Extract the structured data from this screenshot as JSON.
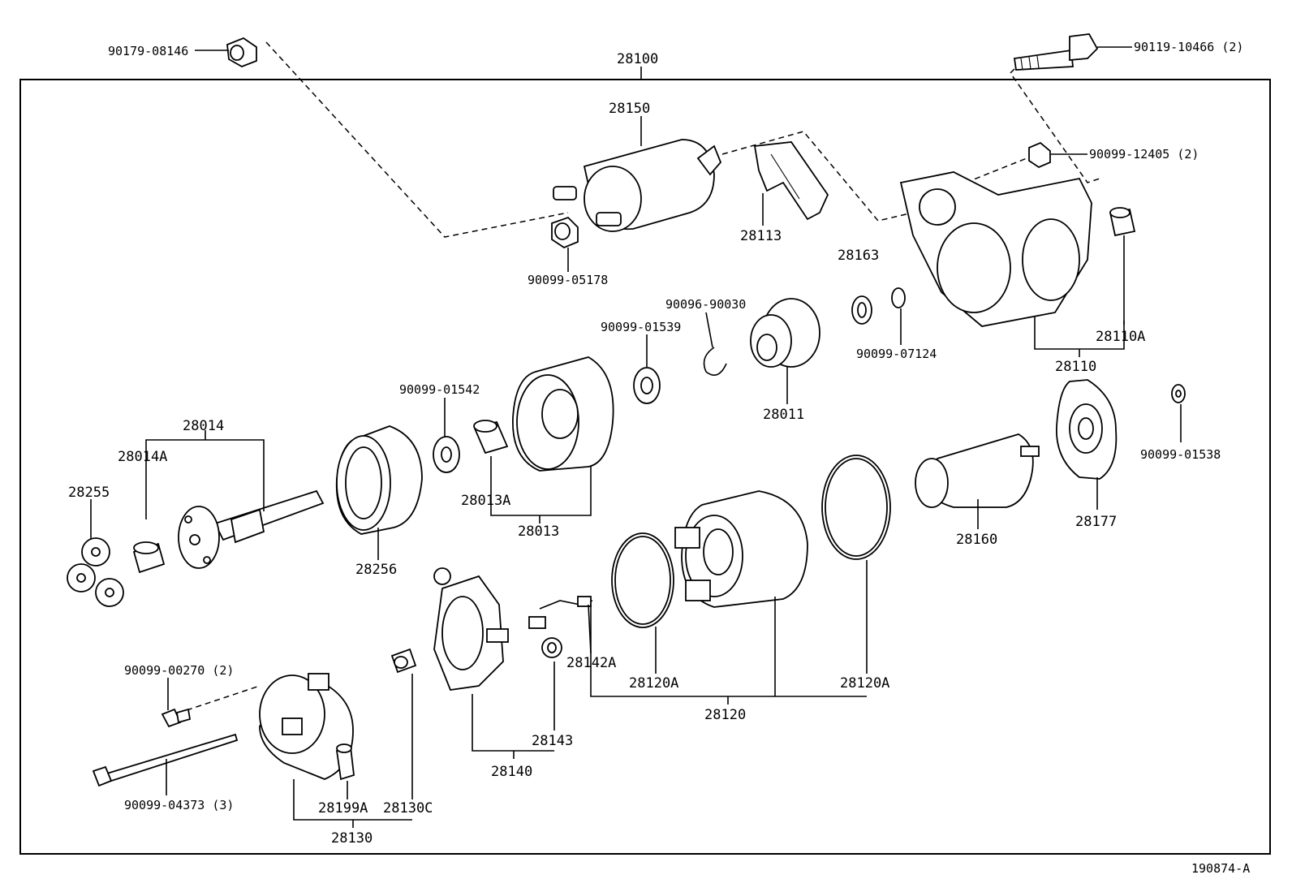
{
  "diagram": {
    "figure_id": "190874-A",
    "labels": {
      "p90179_08146": "90179-08146",
      "p28100": "28100",
      "p90119_10466": "90119-10466 (2)",
      "p28150": "28150",
      "p90099_12405": "90099-12405 (2)",
      "p28113": "28113",
      "p90099_05178": "90099-05178",
      "p28163": "28163",
      "p90096_90030": "90096-90030",
      "p90099_01539": "90099-01539",
      "p90099_07124": "90099-07124",
      "p28110A": "28110A",
      "p28110": "28110",
      "p90099_01542": "90099-01542",
      "p28014": "28014",
      "p28011": "28011",
      "p28014A": "28014A",
      "p90099_01538": "90099-01538",
      "p28255": "28255",
      "p28013A": "28013A",
      "p28013": "28013",
      "p28160": "28160",
      "p28177": "28177",
      "p28256": "28256",
      "p28142A": "28142A",
      "p28120A_left": "28120A",
      "p28120A_right": "28120A",
      "p28120": "28120",
      "p90099_00270": "90099-00270 (2)",
      "p28143": "28143",
      "p28140": "28140",
      "p90099_04373": "90099-04373 (3)",
      "p28199A": "28199A",
      "p28130C": "28130C",
      "p28130": "28130"
    }
  }
}
